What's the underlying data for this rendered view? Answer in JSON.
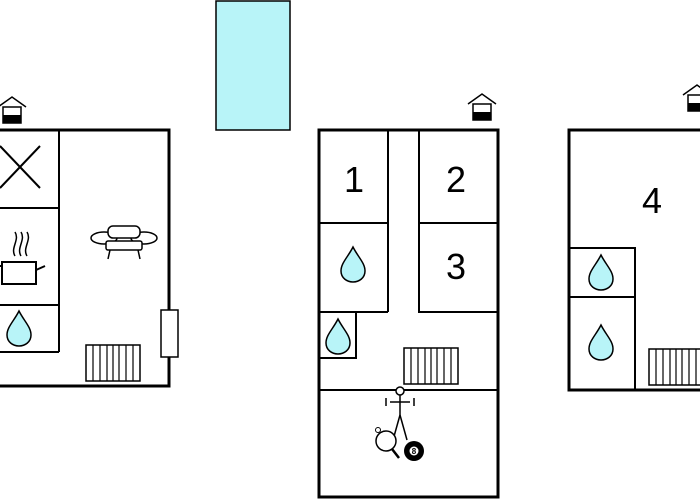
{
  "colors": {
    "pool": "#b8f4f8",
    "water": "#b8f4f8",
    "line": "#000000"
  },
  "buildings": [
    {
      "name": "left",
      "icons": [
        "entrance-house-icon",
        "cross-icon",
        "sofa-icon",
        "cooking-pot-icon",
        "water-drop-icon",
        "radiator-icon",
        "door-icon"
      ]
    },
    {
      "name": "middle",
      "room_numbers": [
        "1",
        "2",
        "3"
      ],
      "icons": [
        "entrance-house-icon",
        "water-drop-icon",
        "water-drop-icon",
        "radiator-icon",
        "table-football-icon",
        "table-tennis-icon",
        "billiard-ball-icon"
      ],
      "billiard_ball_number": "8"
    },
    {
      "name": "right",
      "room_numbers": [
        "4"
      ],
      "icons": [
        "entrance-house-icon",
        "water-drop-icon",
        "water-drop-icon",
        "radiator-icon"
      ]
    }
  ]
}
